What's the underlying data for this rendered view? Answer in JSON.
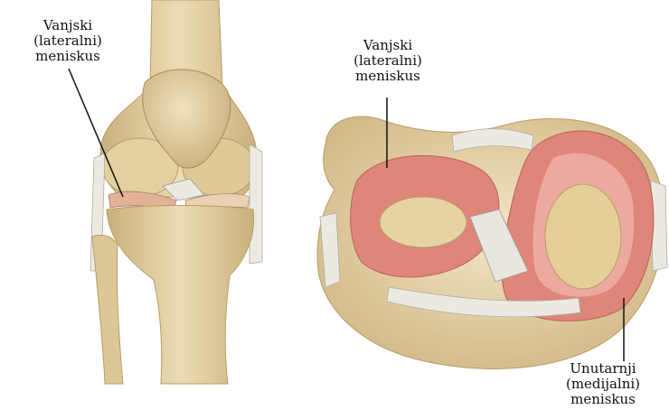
{
  "labels": {
    "lateral_front": {
      "line1": "Vanjski",
      "line2": "(lateralni)",
      "line3": "meniskus"
    },
    "lateral_top": {
      "line1": "Vanjski",
      "line2": "(lateralni)",
      "line3": "meniskus"
    },
    "medial_top": {
      "line1": "Unutarnji",
      "line2": "(medijalni)",
      "line3": "meniskus"
    }
  },
  "colors": {
    "bone": "#e6d3a8",
    "bone_shadow": "#c9b07c",
    "cartilage": "#f2efe6",
    "meniscus": "#e0857a",
    "meniscus_light": "#f3c2b8",
    "ligament": "#e9e6e0",
    "leader_line": "#111111"
  }
}
